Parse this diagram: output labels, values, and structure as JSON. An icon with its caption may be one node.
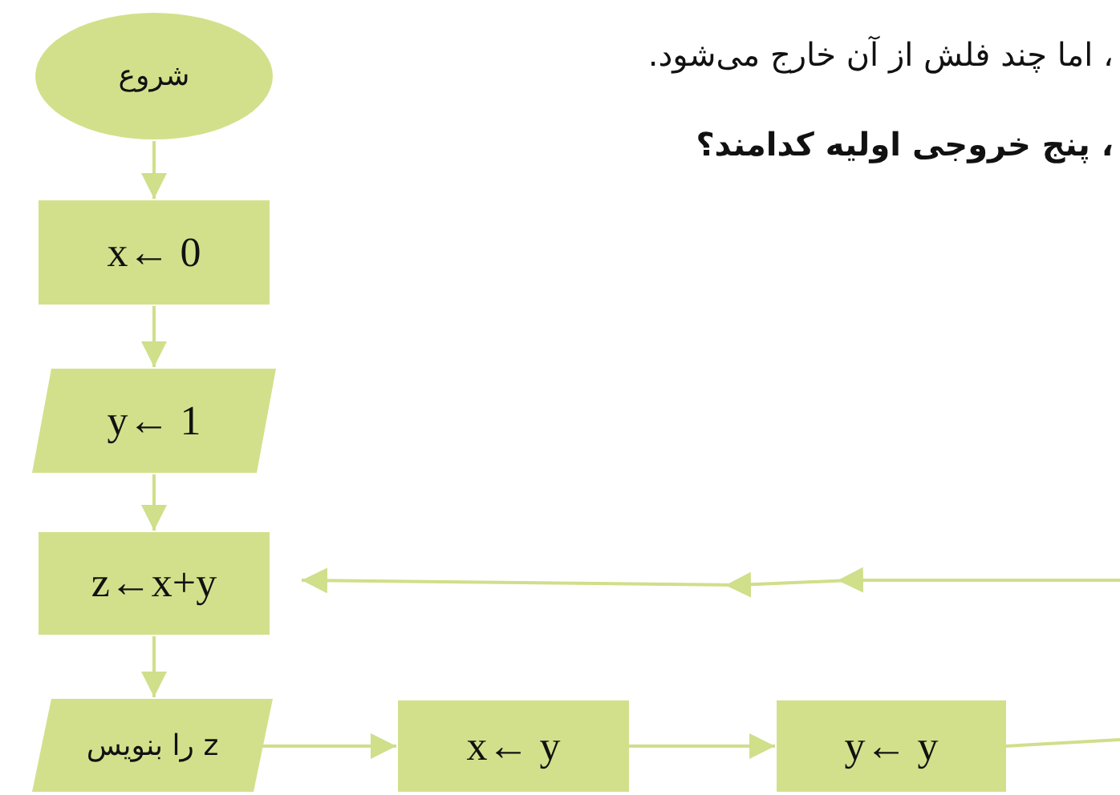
{
  "diagram": {
    "nodes": [
      {
        "text": [
          "شروع"
        ]
      },
      {
        "text": [
          "x← 0"
        ]
      },
      {
        "text": [
          "y← 1"
        ]
      },
      {
        "text": [
          "z←x+y"
        ]
      },
      {
        "text": [
          "z را بنویس"
        ]
      },
      {
        "text": [
          "x← y"
        ]
      },
      {
        "text": [
          "y← y"
        ]
      }
    ],
    "edges": [
      {
        "from": 0,
        "to": 1,
        "arrow": "to"
      },
      {
        "from": 1,
        "to": 2,
        "arrow": "to"
      },
      {
        "from": 2,
        "to": 3,
        "arrow": "to"
      },
      {
        "from": 3,
        "to": 4,
        "arrow": "to"
      },
      {
        "from": 4,
        "to": 5,
        "arrow": "to"
      },
      {
        "from": 5,
        "to": 6,
        "arrow": "to"
      },
      {
        "from": 6,
        "to": null,
        "arrow": "none"
      },
      {
        "from": null,
        "to": 3,
        "arrow": "to"
      }
    ],
    "labels": [
      "، اما چند فلش از آن خارج می‌شود.",
      "، پنج خروجی اولیه کدامند؟"
    ]
  }
}
